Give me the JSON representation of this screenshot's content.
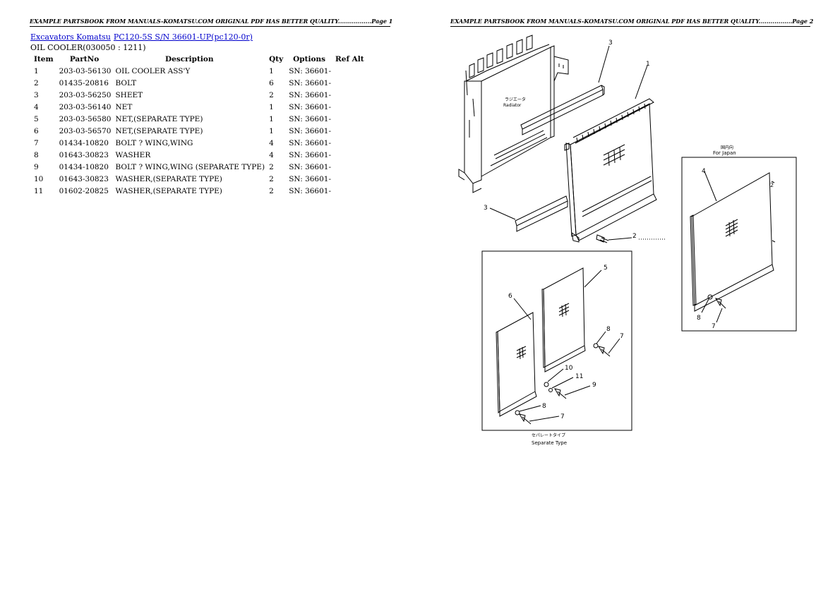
{
  "header": {
    "left": "EXAMPLE PARTSBOOK FROM MANUALS-KOMATSU.COM ORIGINAL PDF HAS BETTER QUALITY.................Page 1",
    "right": "EXAMPLE PARTSBOOK FROM MANUALS-KOMATSU.COM ORIGINAL PDF HAS BETTER QUALITY.................Page 2"
  },
  "breadcrumb": {
    "link1": "Excavators Komatsu",
    "link2": "PC120-5S S/N 36601-UP(pc120-0r)"
  },
  "subtitle": "OIL COOLER(030050 : 1211)",
  "table": {
    "headers": [
      "Item",
      "PartNo",
      "Description",
      "Qty",
      "Options",
      "Ref Alt"
    ],
    "rows": [
      [
        "1",
        "203-03-56130",
        "OIL COOLER ASS'Y",
        "1",
        "SN: 36601-",
        ""
      ],
      [
        "2",
        "01435-20816",
        "BOLT",
        "6",
        "SN: 36601-",
        ""
      ],
      [
        "3",
        "203-03-56250",
        "SHEET",
        "2",
        "SN: 36601-",
        ""
      ],
      [
        "4",
        "203-03-56140",
        "NET",
        "1",
        "SN: 36601-",
        ""
      ],
      [
        "5",
        "203-03-56580",
        "NET,(SEPARATE TYPE)",
        "1",
        "SN: 36601-",
        ""
      ],
      [
        "6",
        "203-03-56570",
        "NET,(SEPARATE TYPE)",
        "1",
        "SN: 36601-",
        ""
      ],
      [
        "7",
        "01434-10820",
        "BOLT ? WING,WING",
        "4",
        "SN: 36601-",
        ""
      ],
      [
        "8",
        "01643-30823",
        "WASHER",
        "4",
        "SN: 36601-",
        ""
      ],
      [
        "9",
        "01434-10820",
        "BOLT ? WING,WING (SEPARATE TYPE)",
        "2",
        "SN: 36601-",
        ""
      ],
      [
        "10",
        "01643-30823",
        "WASHER,(SEPARATE TYPE)",
        "2",
        "SN: 36601-",
        ""
      ],
      [
        "11",
        "01602-20825",
        "WASHER,(SEPARATE TYPE)",
        "2",
        "SN: 36601-",
        ""
      ]
    ]
  },
  "diagram": {
    "radiator_label_jp": "ラジエータ",
    "radiator_label": "Radiator",
    "for_japan_jp": "国内向",
    "for_japan": "For Japan",
    "separate_jp": "セパレートタイプ",
    "separate": "Separate Type",
    "callouts": {
      "c3a": "3",
      "c1": "1",
      "c3b": "3",
      "c2": "2",
      "c4": "4",
      "c2b": "2",
      "c8r": "8",
      "c7r": "7",
      "c5": "5",
      "c6": "6",
      "c8a": "8",
      "c7a": "7",
      "c10": "10",
      "c11": "11",
      "c9": "9",
      "c8b": "8",
      "c7b": "7"
    }
  }
}
